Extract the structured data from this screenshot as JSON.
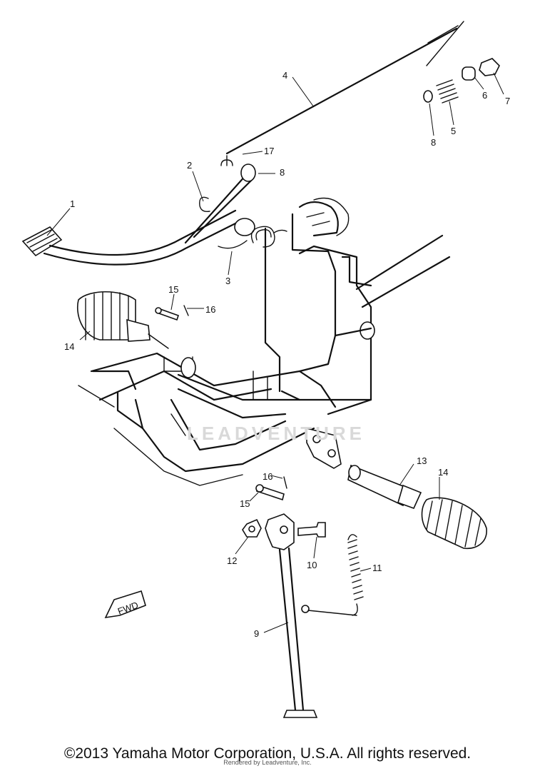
{
  "diagram": {
    "callouts": [
      {
        "id": "c1",
        "text": "1"
      },
      {
        "id": "c2",
        "text": "2"
      },
      {
        "id": "c3",
        "text": "3"
      },
      {
        "id": "c4",
        "text": "4"
      },
      {
        "id": "c5",
        "text": "5"
      },
      {
        "id": "c6",
        "text": "6"
      },
      {
        "id": "c7",
        "text": "7"
      },
      {
        "id": "c8a",
        "text": "8"
      },
      {
        "id": "c8b",
        "text": "8"
      },
      {
        "id": "c9",
        "text": "9"
      },
      {
        "id": "c10",
        "text": "10"
      },
      {
        "id": "c11",
        "text": "11"
      },
      {
        "id": "c12",
        "text": "12"
      },
      {
        "id": "c13",
        "text": "13"
      },
      {
        "id": "c14a",
        "text": "14"
      },
      {
        "id": "c14b",
        "text": "14"
      },
      {
        "id": "c15a",
        "text": "15"
      },
      {
        "id": "c15b",
        "text": "15"
      },
      {
        "id": "c16a",
        "text": "16"
      },
      {
        "id": "c16b",
        "text": "16"
      },
      {
        "id": "c17",
        "text": "17"
      }
    ],
    "fwd_label": "FWD"
  },
  "watermark": "LEADVENTURE",
  "footer": {
    "copyright": "©2013 Yamaha Motor Corporation, U.S.A. All rights reserved.",
    "rendered_by": "Rendered by Leadventure, Inc."
  }
}
